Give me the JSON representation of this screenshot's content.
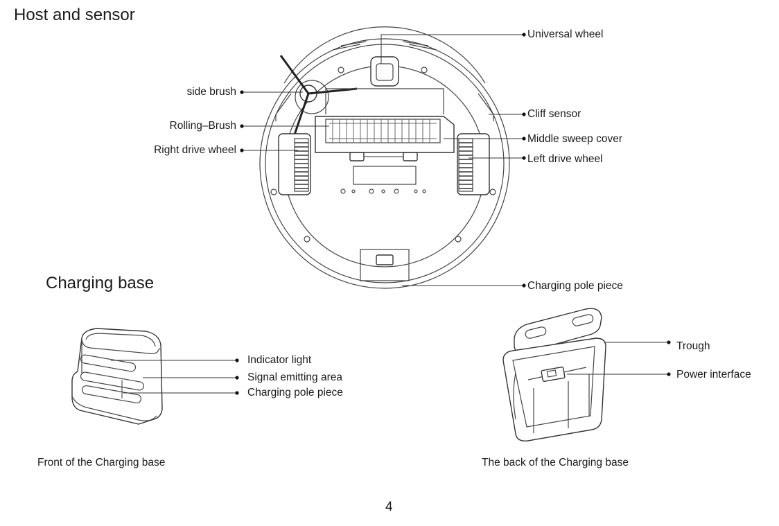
{
  "sections": {
    "host_title": "Host and sensor",
    "base_title": "Charging base"
  },
  "host_labels": {
    "universal_wheel": "Universal wheel",
    "side_brush": "side brush",
    "cliff_sensor": "Cliff sensor",
    "rolling_brush": "Rolling–Brush",
    "middle_sweep_cover": "Middle sweep cover",
    "right_drive_wheel": "Right drive wheel",
    "left_drive_wheel": "Left drive wheel",
    "charging_pole_piece": "Charging pole piece"
  },
  "front_labels": {
    "indicator_light": "Indicator light",
    "signal_emitting_area": "Signal emitting area",
    "charging_pole_piece": "Charging pole piece"
  },
  "back_labels": {
    "trough": "Trough",
    "power_interface": "Power interface"
  },
  "captions": {
    "front": "Front of the Charging base",
    "back": "The back of the Charging base"
  },
  "page_number": "4"
}
